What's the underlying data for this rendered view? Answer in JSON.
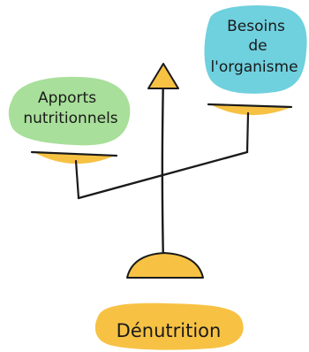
{
  "labels": {
    "left_blob": "Apports nutritionnels",
    "left_line1": "Apports",
    "left_line2": "nutritionnels",
    "right_blob": "Besoins de l'organisme",
    "right_line1": "Besoins",
    "right_line2": "de",
    "right_line3": "l'organisme",
    "bottom": "Dénutrition"
  },
  "colors": {
    "green_blob": "#a8df9a",
    "blue_blob": "#6fd0de",
    "orange": "#f7c244",
    "ink": "#1a1a1a"
  },
  "diagram": {
    "type": "balance-scale",
    "tilt": "right side up, left side down"
  }
}
